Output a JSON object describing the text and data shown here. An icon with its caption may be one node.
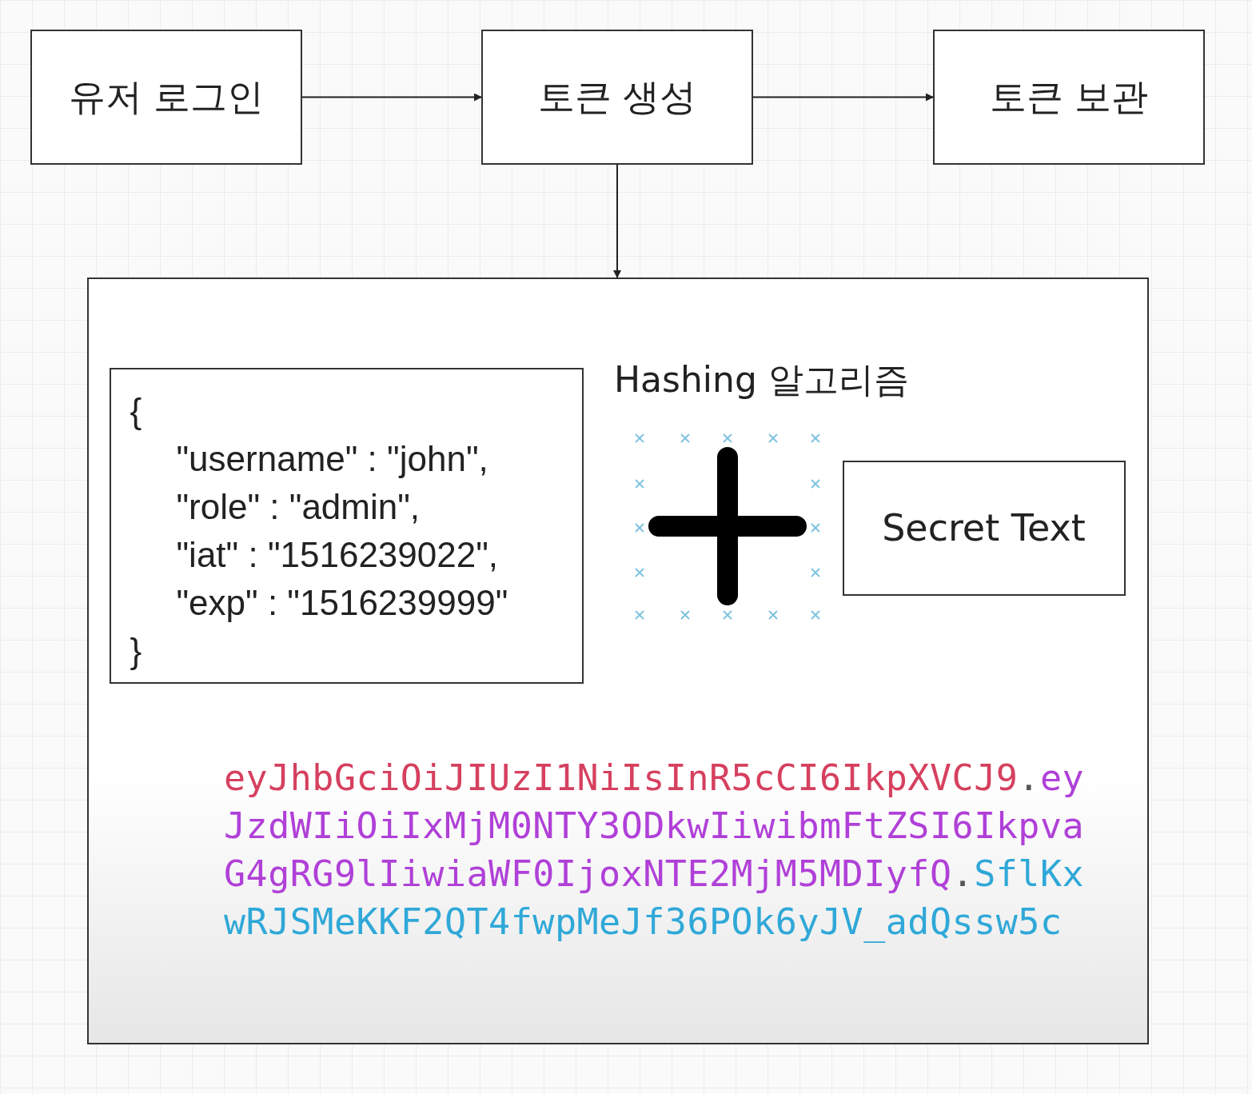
{
  "diagram": {
    "nodes": [
      {
        "text": [
          "유저 로그인"
        ]
      },
      {
        "text": [
          "토큰 생성"
        ]
      },
      {
        "text": [
          "토큰 보관"
        ]
      },
      {
        "text": [],
        "shape": "box"
      },
      {
        "text": [
          "{",
          "\"username\" : \"john\",",
          "\"role\" : \"admin\",",
          "\"iat\" : \"1516239022\",",
          "\"exp\" : \"1516239999\"",
          "}"
        ],
        "in": 3
      },
      {
        "text": [
          "Secret Text"
        ],
        "in": 3
      }
    ],
    "edges": [
      {
        "from": 0,
        "to": 1,
        "arrow": "to"
      },
      {
        "from": 1,
        "to": 2,
        "arrow": "to"
      },
      {
        "from": 1,
        "to": 3,
        "arrow": "to"
      }
    ],
    "labels": [
      "Hashing 알고리즘",
      "eyJhbGciOiJIUzI1NiIsInR5cCI6IkpXVCJ9.ey",
      "JzdWIiOiIxMjM0NTY3ODkwIiwibmFtZSI6Ikpva",
      "G4gRG9lIiwiaWF0IjoxNTE2MjM5MDIyfQ.SflKx",
      "wRJSMeKKF2QT4fwpMeJf36POk6yJV_adQssw5c"
    ]
  }
}
